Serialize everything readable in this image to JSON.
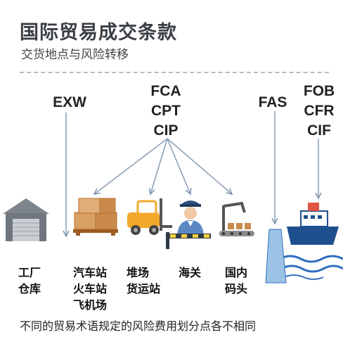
{
  "header": {
    "title": "国际贸易成交条款",
    "subtitle": "交货地点与风险转移"
  },
  "terms": {
    "exw": "EXW",
    "group_c": [
      "FCA",
      "CPT",
      "CIP"
    ],
    "fas": "FAS",
    "group_f": [
      "FOB",
      "CFR",
      "CIF"
    ]
  },
  "places": {
    "factory": [
      "工厂",
      "仓库"
    ],
    "stations": [
      "汽车站",
      "火车站",
      "飞机场"
    ],
    "yard": [
      "堆场",
      "货运站"
    ],
    "customs": "海关",
    "dock": [
      "国内",
      "码头"
    ]
  },
  "footer": "不同的贸易术语规定的风险费用划分点各不相同",
  "colors": {
    "arrow": "#8ea2b8",
    "wave": "#2f6fbf",
    "vessel_side": "#9cc3e6",
    "pallet": "#b8702b",
    "forklift": "#f2a92b"
  }
}
